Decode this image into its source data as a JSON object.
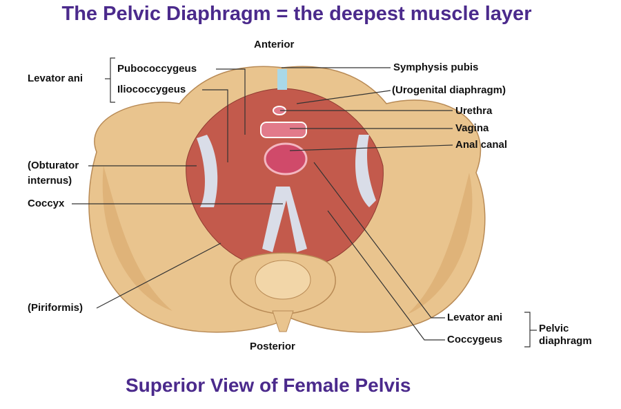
{
  "title": "The Pelvic Diaphragm = the deepest muscle layer",
  "subtitle": "Superior View of Female Pelvis",
  "orientation": {
    "anterior": "Anterior",
    "posterior": "Posterior"
  },
  "labels": {
    "levator_ani_group": "Levator ani",
    "pubococcygeus": "Pubococcygeus",
    "iliococcygeus": "Iliococcygeus",
    "symphysis_pubis": "Symphysis pubis",
    "urogenital_diaphragm": "(Urogenital diaphragm)",
    "urethra": "Urethra",
    "vagina": "Vagina",
    "anal_canal": "Anal canal",
    "obturator_internus_1": "(Obturator",
    "obturator_internus_2": "internus)",
    "coccyx": "Coccyx",
    "piriformis": "(Piriformis)",
    "levator_ani": "Levator ani",
    "coccygeus": "Coccygeus",
    "pelvic_diaphragm_1": "Pelvic",
    "pelvic_diaphragm_2": "diaphragm"
  },
  "colors": {
    "title": "#4b2a8c",
    "bone": "#e9c48e",
    "muscle": "#c35a4c",
    "fascia": "#d9dde8"
  }
}
